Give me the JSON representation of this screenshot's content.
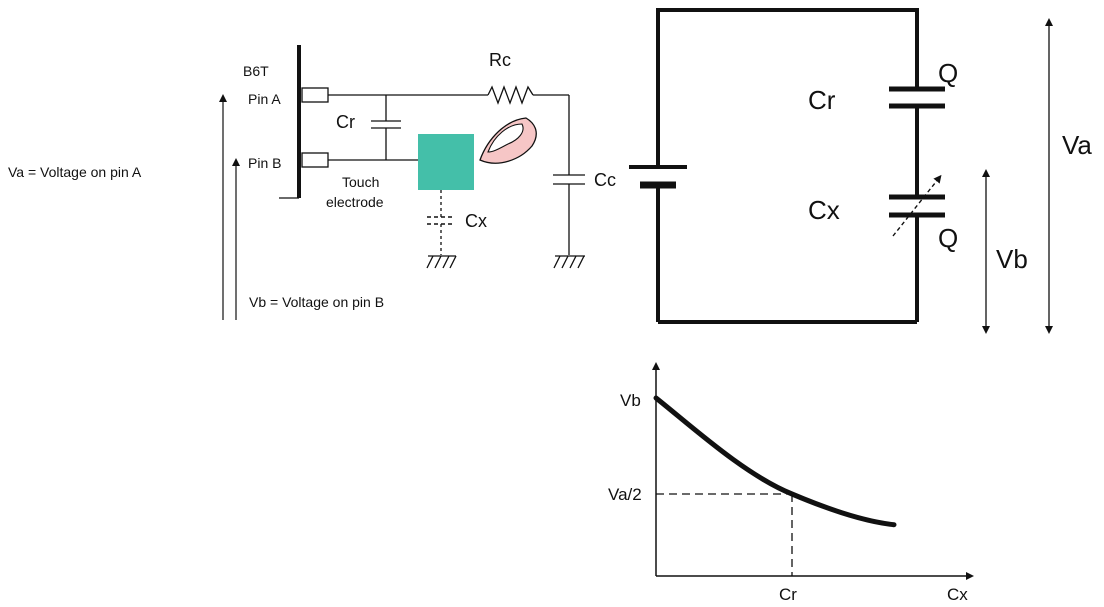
{
  "circuit": {
    "chip_label": "B6T",
    "pin_a": "Pin A",
    "pin_b": "Pin B",
    "rc": "Rc",
    "cr": "Cr",
    "cc": "Cc",
    "cx": "Cx",
    "electrode_line1": "Touch",
    "electrode_line2": "electrode",
    "va_caption": "Va = Voltage on pin A",
    "vb_caption": "Vb = Voltage on pin B"
  },
  "equivalent": {
    "cr": "Cr",
    "cx": "Cx",
    "q_top": "Q",
    "q_bottom": "Q",
    "va": "Va",
    "vb": "Vb"
  },
  "graph": {
    "y_label": "Vb",
    "y_mark": "Va/2",
    "x_mark": "Cr",
    "x_label": "Cx"
  },
  "colors": {
    "electrode": "#44bfa9",
    "finger": "#f6c6c6",
    "ink": "#111111"
  },
  "chart_data": {
    "type": "line",
    "title": "",
    "xlabel": "Cx",
    "ylabel": "Vb",
    "x_ticks": [
      "Cr"
    ],
    "y_ticks": [
      "Va/2",
      "Vb"
    ],
    "series": [
      {
        "description": "Vb decreasing as Cx increases; Vb = Va/2 at Cx = Cr",
        "points": [
          [
            0,
            1.0
          ],
          [
            1,
            0.5
          ],
          [
            1.75,
            0.34
          ]
        ]
      }
    ]
  }
}
